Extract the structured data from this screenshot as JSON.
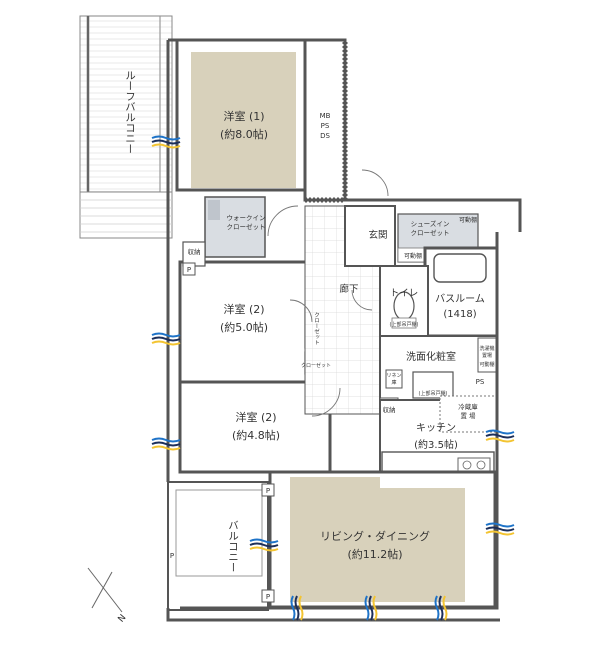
{
  "rooms": {
    "western1": {
      "name": "洋室 (1)",
      "size": "(約8.0帖)"
    },
    "western2a": {
      "name": "洋室 (2)",
      "size": "(約5.0帖)"
    },
    "western2b": {
      "name": "洋室 (2)",
      "size": "(約4.8帖)"
    },
    "living": {
      "name": "リビング・ダイニング",
      "size": "(約11.2帖)"
    },
    "kitchen": {
      "name": "キッチン",
      "size": "(約3.5帖)"
    },
    "bathroom": {
      "name": "バスルーム",
      "size": "(1418)"
    },
    "washroom": {
      "name": "洗面化粧室"
    },
    "toilet": {
      "name": "トイレ"
    },
    "entrance": {
      "name": "玄関"
    },
    "hallway": {
      "name": "廊下"
    },
    "roof_balcony": {
      "name": "ルーフバルコニー"
    },
    "balcony": {
      "name": "バルコニー"
    }
  },
  "storage": {
    "walkin": {
      "line1": "ウォークイン",
      "line2": "クローゼット"
    },
    "shoes_in": {
      "line1": "シューズイン",
      "line2": "クローゼット"
    },
    "closet_v": "クローゼット",
    "closet_small": "クローゼット",
    "shunou_a": "収納",
    "shunou_b": "収納",
    "linen": {
      "line1": "リネン",
      "line2": "庫"
    },
    "movable_a": "可動棚",
    "movable_b": "可動棚",
    "fridge": {
      "line1": "冷蔵庫",
      "line2": "置 場"
    },
    "washer": {
      "line1": "洗濯機",
      "line2": "置場"
    },
    "movable_c": "可動棚",
    "toilet_storage": "(上部吊戸棚)",
    "wash_storage": "(上部吊戸棚)"
  },
  "markers": {
    "mb": "MB",
    "ps": "PS",
    "ds": "DS",
    "ps2": "PS",
    "p_a": "P",
    "p_b": "P",
    "p_c": "P",
    "p_d": "P",
    "north": "N"
  },
  "colors": {
    "floor": "#d8d1bb",
    "storage": "#d9dde2",
    "wall": "#555555",
    "tile_line": "#d7d7d7",
    "airflow_blue": "#1e73c8",
    "airflow_navy": "#1c2f5a",
    "airflow_yellow": "#f3c431"
  }
}
